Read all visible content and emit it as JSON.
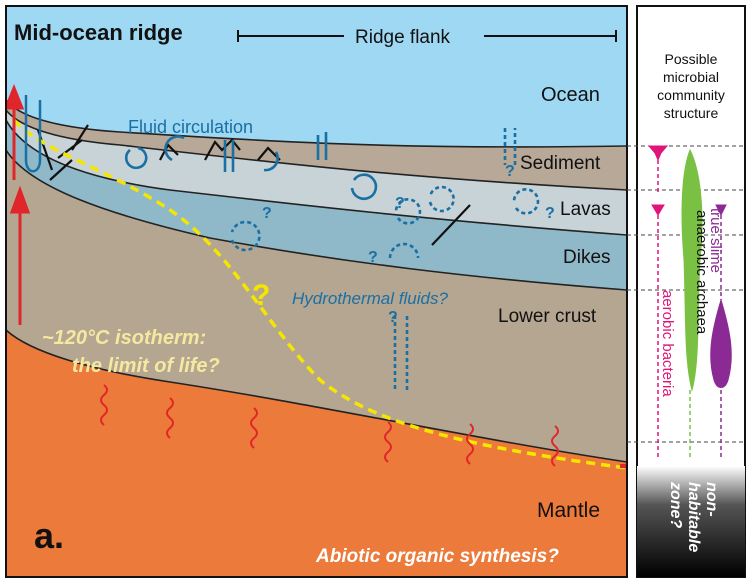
{
  "main_panel": {
    "title": "Mid-ocean ridge",
    "ridge_flank_label": "Ridge flank",
    "panel_letter": "a.",
    "layers": {
      "ocean": "Ocean",
      "sediment": "Sediment",
      "lavas": "Lavas",
      "dikes": "Dikes",
      "lower_crust": "Lower crust",
      "mantle": "Mantle"
    },
    "fluid_circulation": "Fluid circulation",
    "hydrothermal_fluids": "Hydrothermal fluids?",
    "isotherm_line1": "~120°C isotherm:",
    "isotherm_line2": "the limit of life?",
    "abiotic": "Abiotic organic synthesis?",
    "question_mark": "?"
  },
  "side_panel": {
    "header_line1": "Possible",
    "header_line2": "microbial",
    "header_line3": "community",
    "header_line4": "structure",
    "aerobic_bacteria": "aerobic bacteria",
    "anaerobic_archaea": "anaerobic archaea",
    "true_slime": "true slime",
    "non_habitable_line1": "non-",
    "non_habitable_line2": "habitable",
    "non_habitable_line3": "zone?"
  },
  "colors": {
    "ocean": "#9fd8f2",
    "sediment": "#b7a898",
    "lavas": "#c8d3d8",
    "dikes": "#8fb8c8",
    "lower_crust": "#b5a692",
    "mantle": "#ec7a3a",
    "blue_arrows": "#1a6fa3",
    "red": "#e0262b",
    "isotherm": "#f5e600",
    "aerobic": "#e0157a",
    "archaea": "#7ac143",
    "slime": "#8b2a94"
  }
}
